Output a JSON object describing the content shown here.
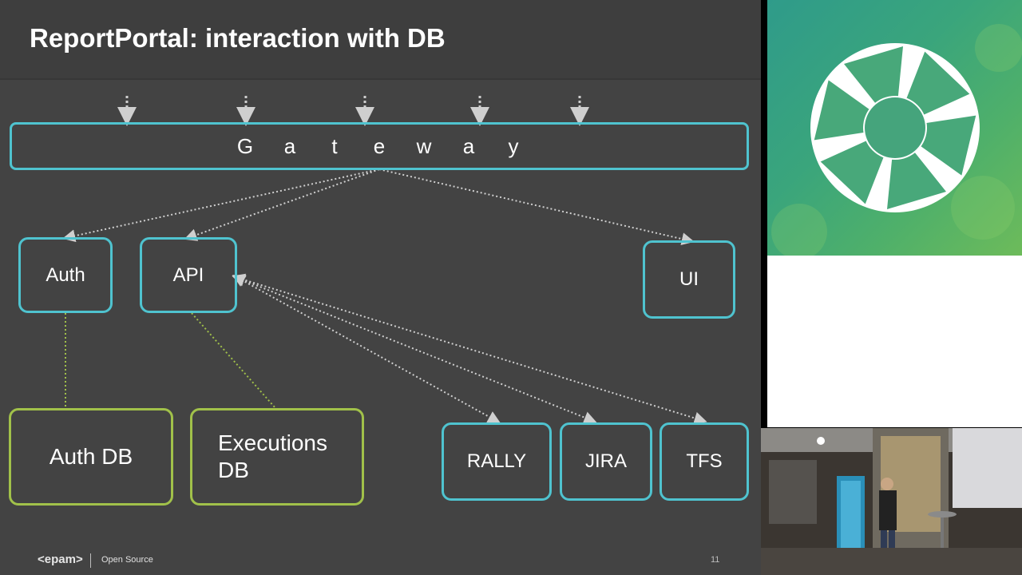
{
  "slide": {
    "title": "ReportPortal: interaction with DB",
    "gateway_letters": [
      "G",
      "a",
      "t",
      "e",
      "w",
      "a",
      "y"
    ],
    "services": {
      "auth": "Auth",
      "api": "API",
      "ui": "UI"
    },
    "databases": {
      "auth_db": "Auth DB",
      "executions_db": "Executions\nDB"
    },
    "integrations": {
      "rally": "RALLY",
      "jira": "JIRA",
      "tfs": "TFS"
    },
    "footer": {
      "logo": "<epam>",
      "text": "Open Source",
      "page": "11"
    }
  },
  "colors": {
    "slide_bg": "#434343",
    "teal": "#4fc3cf",
    "green": "#a1c14a",
    "arrow": "#cfcfcf"
  },
  "icons": {
    "logo": "aperture-logo-icon",
    "arrows": "dotted-arrow-icon"
  }
}
